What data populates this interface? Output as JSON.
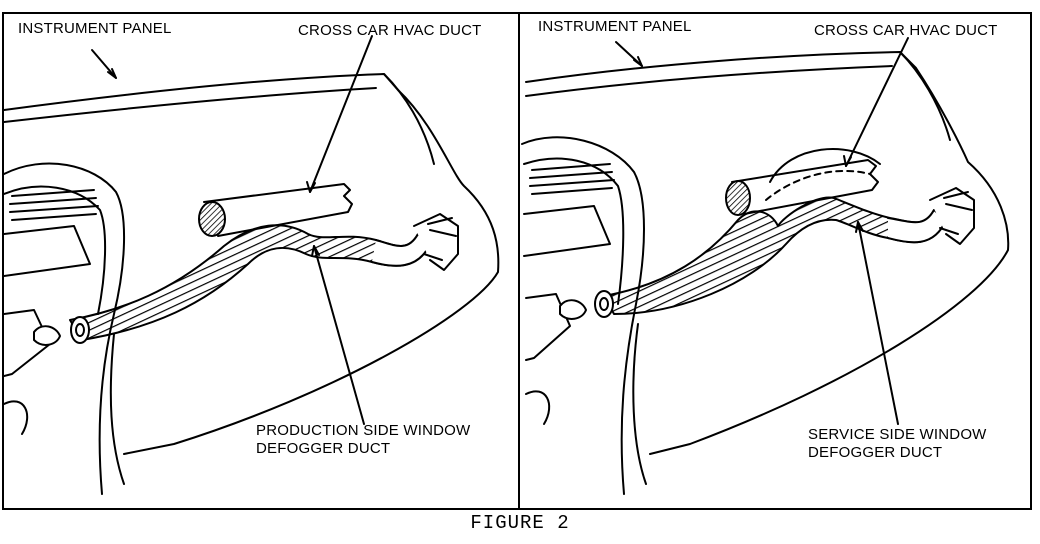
{
  "figure": {
    "caption": "FIGURE 2",
    "panels": [
      {
        "id": "production",
        "labels": {
          "instrument_panel": "INSTRUMENT PANEL",
          "cross_car_duct": "CROSS CAR HVAC DUCT",
          "defogger_line1": "PRODUCTION SIDE WINDOW",
          "defogger_line2": "DEFOGGER DUCT"
        }
      },
      {
        "id": "service",
        "labels": {
          "instrument_panel": "INSTRUMENT PANEL",
          "cross_car_duct": "CROSS CAR HVAC DUCT",
          "defogger_line1": "SERVICE SIDE WINDOW",
          "defogger_line2": "DEFOGGER DUCT"
        }
      }
    ]
  }
}
